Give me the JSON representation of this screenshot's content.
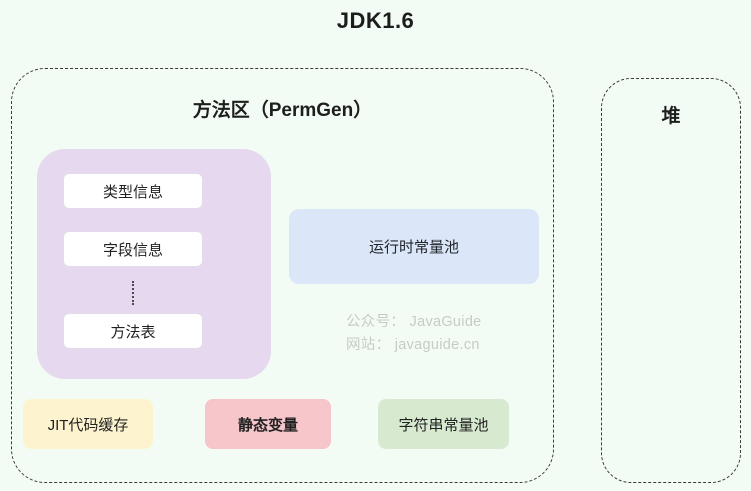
{
  "title": "JDK1.6",
  "method_area": {
    "label": "方法区（PermGen）",
    "class_data": {
      "items": [
        "类型信息",
        "字段信息",
        "方法表"
      ]
    },
    "runtime_constant_pool_label": "运行时常量池",
    "jit_cache_label": "JIT代码缓存",
    "static_vars_label": "静态变量",
    "string_pool_label": "字符串常量池"
  },
  "heap": {
    "label": "堆"
  },
  "watermark": {
    "line1": "公众号： JavaGuide",
    "line2": "网站： javaguide.cn"
  },
  "colors": {
    "background": "#f2fcf4",
    "class_data_block": "#e5d8ef",
    "runtime_constant_pool": "#dbe7f8",
    "jit_cache": "#fdf3cf",
    "static_vars": "#f6c6ca",
    "string_pool": "#d7eacf",
    "watermark_text": "#c7cbc7",
    "dashed_border": "#3a3a3a"
  }
}
